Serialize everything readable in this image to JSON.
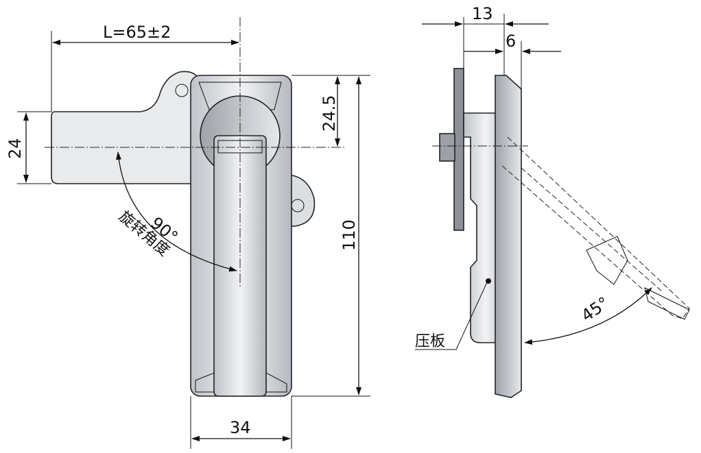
{
  "front_view": {
    "length_dim": "L=65±2",
    "width_24": "24",
    "offset_24_5": "24.5",
    "height_110": "110",
    "width_34": "34",
    "angle_90": "90°",
    "rotation_label": "旋转角度"
  },
  "side_view": {
    "depth_13": "13",
    "depth_6": "6",
    "angle_45": "45°",
    "pressure_plate_label": "压板"
  }
}
